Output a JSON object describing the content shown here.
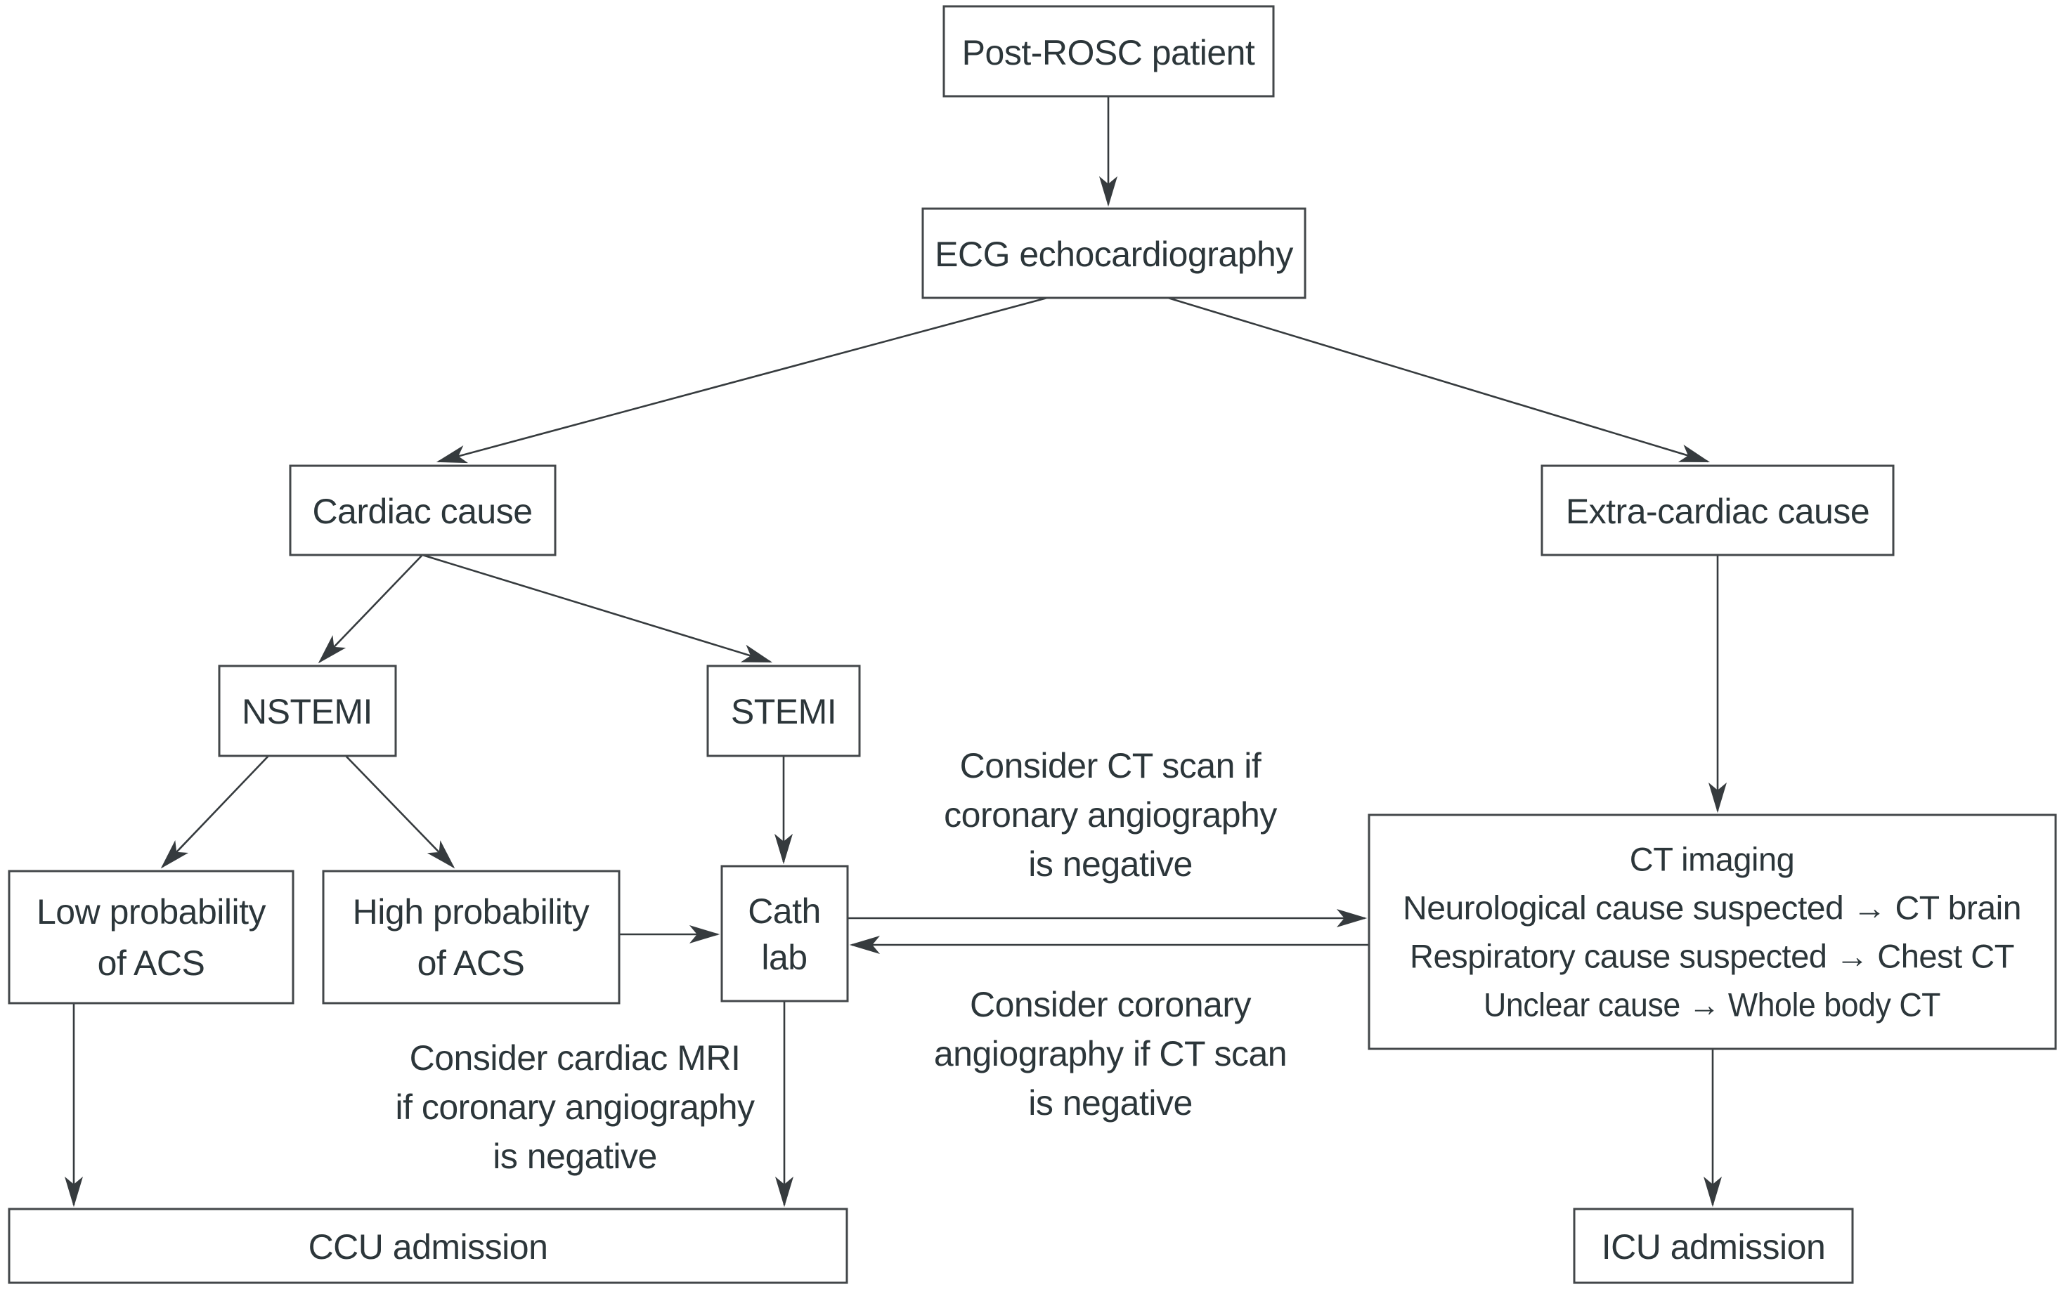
{
  "colors": {
    "background": "#ffffff",
    "box_fill": "#ffffff",
    "box_border": "#43474a",
    "line": "#363b3e",
    "text": "#2c363a"
  },
  "nodes": {
    "post_rosc": {
      "lines": [
        "Post-ROSC patient"
      ]
    },
    "ecg": {
      "lines": [
        "ECG echocardiography"
      ]
    },
    "cardiac": {
      "lines": [
        "Cardiac cause"
      ]
    },
    "extra_cardiac": {
      "lines": [
        "Extra-cardiac cause"
      ]
    },
    "nstemi": {
      "lines": [
        "NSTEMI"
      ]
    },
    "stemi": {
      "lines": [
        "STEMI"
      ]
    },
    "low_prob": {
      "lines": [
        "Low probability",
        "of ACS"
      ]
    },
    "high_prob": {
      "lines": [
        "High probability",
        "of ACS"
      ]
    },
    "cath_lab": {
      "lines": [
        "Cath",
        "lab"
      ]
    },
    "ct_imaging": {
      "lines": [
        "CT imaging",
        "Neurological cause suspected → CT brain",
        "Respiratory cause suspected → Chest CT",
        "Unclear cause → Whole body CT"
      ]
    },
    "ccu": {
      "lines": [
        "CCU admission"
      ]
    },
    "icu": {
      "lines": [
        "ICU admission"
      ]
    }
  },
  "annotations": {
    "ct_if_angio_negative": {
      "lines": [
        "Consider CT scan if",
        "coronary angiography",
        "is negative"
      ]
    },
    "angio_if_ct_negative": {
      "lines": [
        "Consider coronary",
        "angiography if CT scan",
        "is negative"
      ]
    },
    "cardiac_mri": {
      "lines": [
        "Consider cardiac MRI",
        "if coronary angiography",
        "is negative"
      ]
    }
  },
  "edges": [
    {
      "from": "post_rosc",
      "to": "ecg"
    },
    {
      "from": "ecg",
      "to": "cardiac"
    },
    {
      "from": "ecg",
      "to": "extra_cardiac"
    },
    {
      "from": "cardiac",
      "to": "nstemi"
    },
    {
      "from": "cardiac",
      "to": "stemi"
    },
    {
      "from": "nstemi",
      "to": "low_prob"
    },
    {
      "from": "nstemi",
      "to": "high_prob"
    },
    {
      "from": "stemi",
      "to": "cath_lab"
    },
    {
      "from": "high_prob",
      "to": "cath_lab"
    },
    {
      "from": "cath_lab",
      "to": "ct_imaging",
      "note": "ct_if_angio_negative"
    },
    {
      "from": "ct_imaging",
      "to": "cath_lab",
      "note": "angio_if_ct_negative"
    },
    {
      "from": "extra_cardiac",
      "to": "ct_imaging"
    },
    {
      "from": "low_prob",
      "to": "ccu"
    },
    {
      "from": "cath_lab",
      "to": "ccu",
      "note": "cardiac_mri"
    },
    {
      "from": "ct_imaging",
      "to": "icu"
    }
  ]
}
